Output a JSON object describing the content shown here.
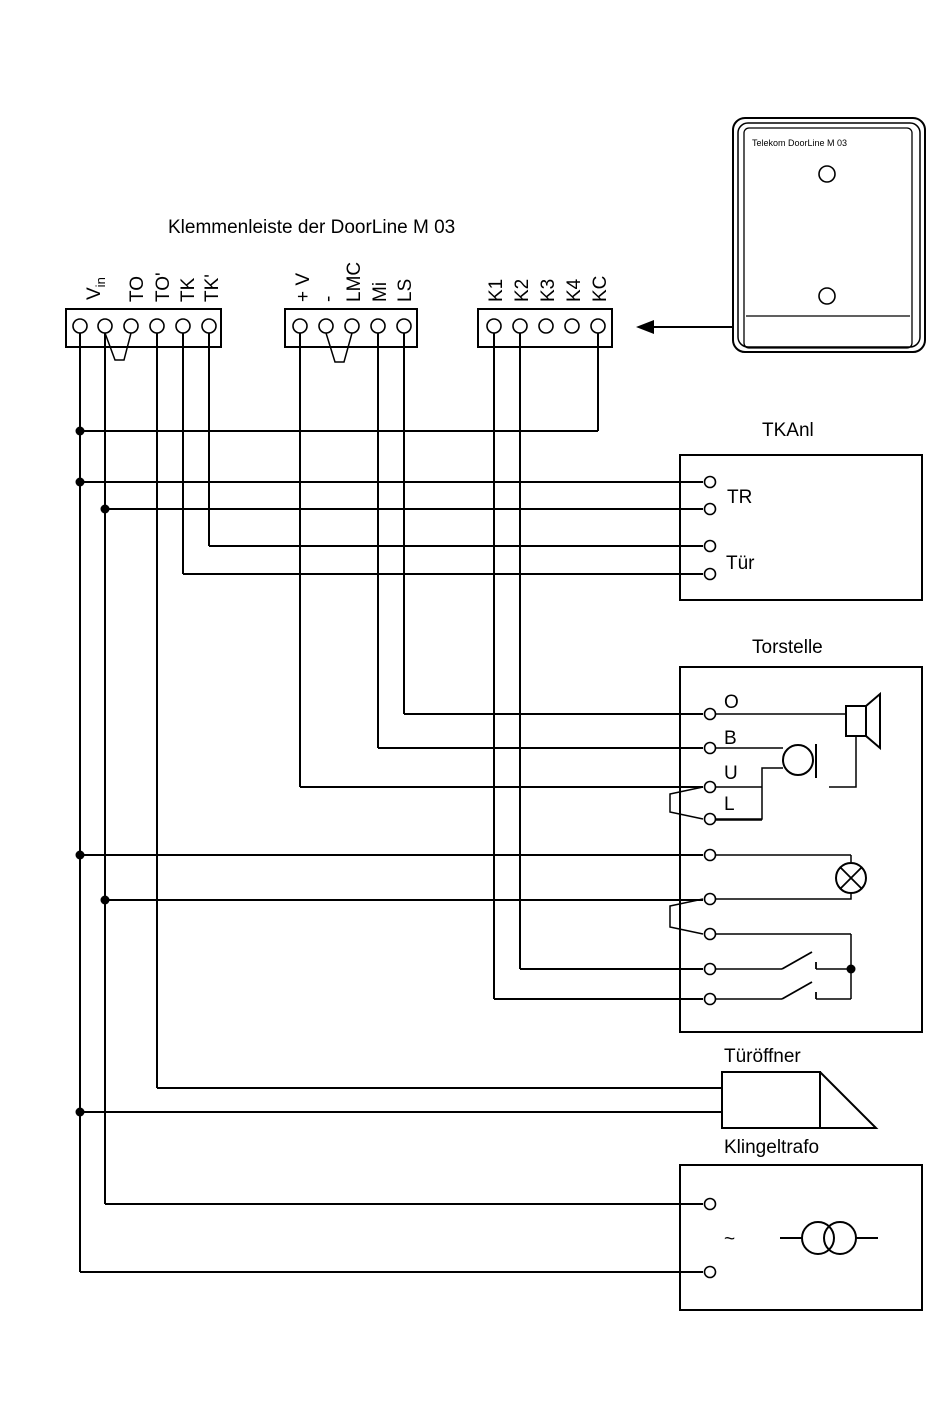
{
  "title": "Klemmenleiste der DoorLine M 03",
  "device": {
    "label": "Telekom DoorLine M 03"
  },
  "terminal_blocks": {
    "block1": [
      "V",
      "TO",
      "TO'",
      "TK",
      "TK'"
    ],
    "block1_vin_sub": "in",
    "block2": [
      "+ V",
      "-",
      "LMC",
      "Mi",
      "LS"
    ],
    "block3": [
      "K1",
      "K2",
      "K3",
      "K4",
      "KC"
    ]
  },
  "tkanl": {
    "title": "TKAnl",
    "label_tr": "TR",
    "label_tuer": "Tür"
  },
  "torstelle": {
    "title": "Torstelle",
    "labels": [
      "O",
      "B",
      "U",
      "L"
    ]
  },
  "tueroeffner": {
    "title": "Türöffner"
  },
  "klingeltrafo": {
    "title": "Klingeltrafo",
    "tilde": "~"
  }
}
